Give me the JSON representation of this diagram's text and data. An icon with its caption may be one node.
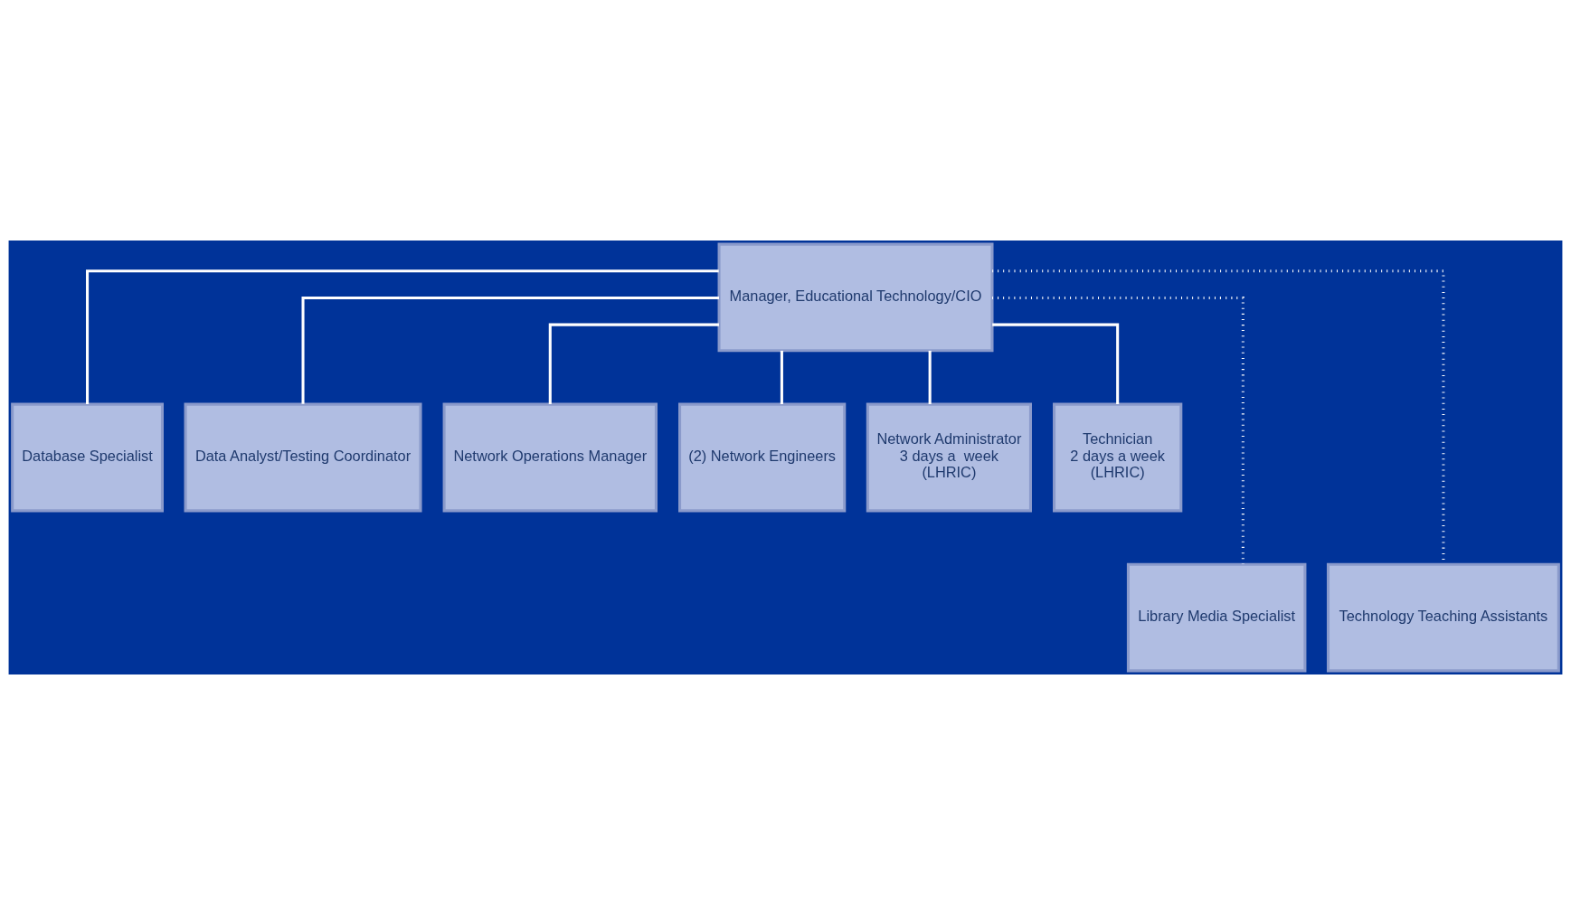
{
  "diagram": {
    "nodes": [
      {
        "text": [
          "Manager, Educational Technology/CIO"
        ]
      },
      {
        "text": [
          "Database Specialist"
        ]
      },
      {
        "text": [
          "Data Analyst/Testing Coordinator"
        ]
      },
      {
        "text": [
          "Network Operations Manager"
        ]
      },
      {
        "text": [
          "(2) Network Engineers"
        ]
      },
      {
        "text": [
          "Network Administrator",
          "3 days a  week",
          "(LHRIC)"
        ]
      },
      {
        "text": [
          "Technician",
          "2 days a week",
          "(LHRIC)"
        ]
      },
      {
        "text": [
          "Library Media Specialist"
        ]
      },
      {
        "text": [
          "Technology Teaching Assistants"
        ]
      }
    ],
    "edges": [
      {
        "from": 0,
        "to": 1,
        "arrow": "none"
      },
      {
        "from": 0,
        "to": 2,
        "arrow": "none"
      },
      {
        "from": 0,
        "to": 3,
        "arrow": "none"
      },
      {
        "from": 0,
        "to": 4,
        "arrow": "none"
      },
      {
        "from": 0,
        "to": 5,
        "arrow": "none"
      },
      {
        "from": 0,
        "to": 6,
        "arrow": "none"
      },
      {
        "from": 0,
        "to": 7,
        "arrow": "none",
        "style": "dashed"
      },
      {
        "from": 0,
        "to": 8,
        "arrow": "none",
        "style": "dashed"
      }
    ]
  }
}
